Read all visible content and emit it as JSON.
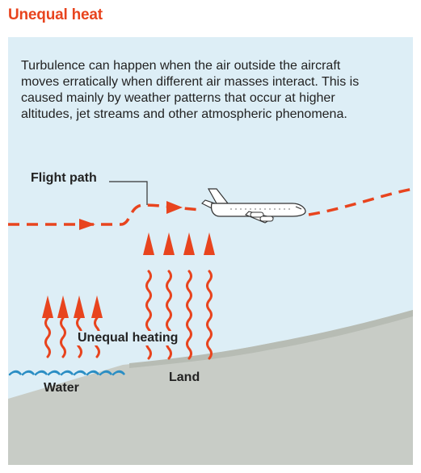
{
  "title": "Unequal heat",
  "description": "Turbulence can happen when the air outside the aircraft moves erratically when different air masses interact. This is caused mainly by weather patterns that occur at higher altitudes, jet streams and other atmospheric phenomena.",
  "labels": {
    "flight_path": "Flight path",
    "unequal_heating": "Unequal heating",
    "water": "Water",
    "land": "Land"
  },
  "icons": {
    "aircraft": "airplane-icon",
    "heat": "wavy-arrow-icon",
    "water": "wave-icon"
  },
  "colors": {
    "accent": "#e8441e",
    "sky": "#ddeef6",
    "land": "#c8ccc6",
    "water_waves": "#2b8ec4",
    "text": "#222222"
  }
}
